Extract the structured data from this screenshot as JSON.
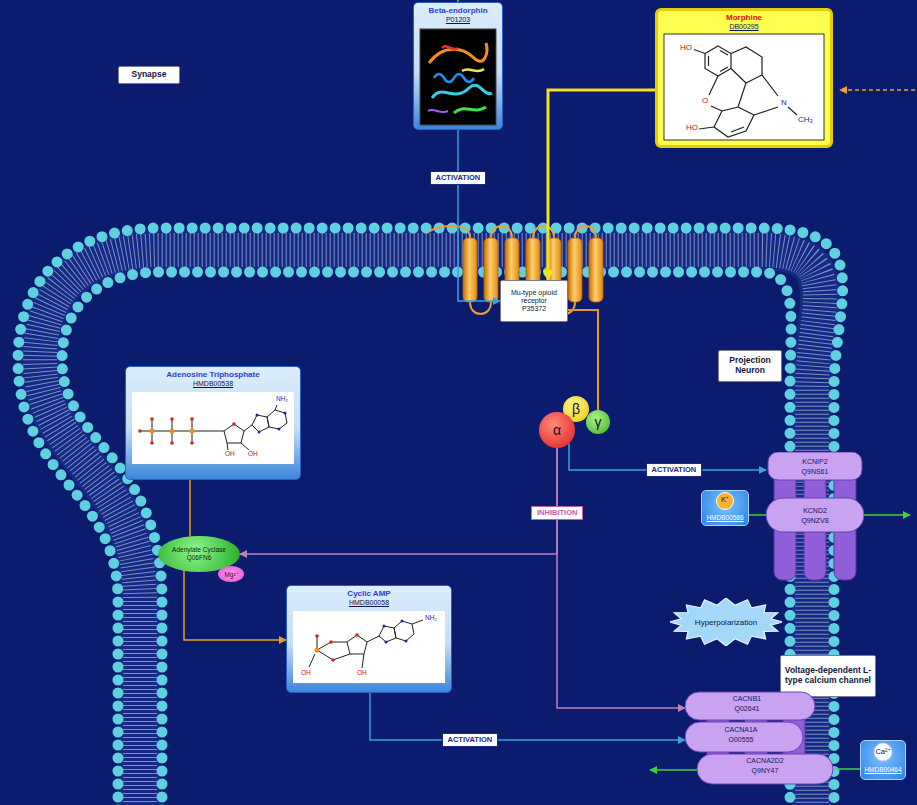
{
  "diagram": {
    "nodes": [
      {
        "text": [
          "Beta-endorphin",
          "P01203"
        ]
      },
      {
        "text": [
          "Morphine",
          "DB00295"
        ]
      },
      {
        "text": [
          "Synapse"
        ]
      },
      {
        "text": [
          "Mu-type opioid receptor",
          "P35372"
        ]
      },
      {
        "text": [
          "Projection Neuron"
        ]
      },
      {
        "text": [
          "Adenosine Triphosphate",
          "HMDB00538"
        ]
      },
      {
        "text": [
          "β"
        ]
      },
      {
        "text": [
          "α"
        ]
      },
      {
        "text": [
          "γ"
        ]
      },
      {
        "text": [
          "KCNIP2",
          "Q9NS61",
          "KCND2",
          "Q9NZV8"
        ]
      },
      {
        "text": [
          "K⁺",
          "HMDB00586"
        ]
      },
      {
        "text": [
          "Adenylate Cyclase",
          "Q06FN6"
        ]
      },
      {
        "text": [
          "Mg²⁺"
        ]
      },
      {
        "text": [
          "Cyclic AMP",
          "HMDB00058"
        ]
      },
      {
        "text": [
          "Hyperpolarization"
        ]
      },
      {
        "text": [
          "Voltage-dependent L-type calcium channel"
        ]
      },
      {
        "text": [
          "CACNB1",
          "Q02641",
          "CACNA1A",
          "O00555",
          "CACNA2D2",
          "Q9NY47"
        ]
      },
      {
        "text": [
          "Ca²⁺",
          "HMDB00464"
        ]
      }
    ],
    "edges": [
      {
        "from": 0,
        "to": 3,
        "arrow": "to",
        "label": "ACTIVATION"
      },
      {
        "from": 1,
        "to": 3,
        "arrow": "to"
      },
      {
        "from": 3,
        "to": 8,
        "arrow": "none"
      },
      {
        "from": 7,
        "to": 9,
        "arrow": "to",
        "label": "ACTIVATION"
      },
      {
        "from": 7,
        "to": 11,
        "arrow": "to",
        "label": "INHIBITION"
      },
      {
        "from": 7,
        "to": 16,
        "arrow": "to"
      },
      {
        "from": 5,
        "to": 11,
        "arrow": "none"
      },
      {
        "from": 11,
        "to": 13,
        "arrow": "to"
      },
      {
        "from": 13,
        "to": 16,
        "arrow": "to",
        "label": "ACTIVATION"
      },
      {
        "from": 10,
        "to": 9,
        "arrow": "none"
      },
      {
        "from": 17,
        "to": 16,
        "arrow": "none"
      }
    ],
    "labels": [
      "HO",
      "O",
      "HO",
      "N",
      "CH₃",
      "NH₂",
      "OH",
      "OH",
      "OH",
      "OH",
      "NH₂"
    ]
  }
}
